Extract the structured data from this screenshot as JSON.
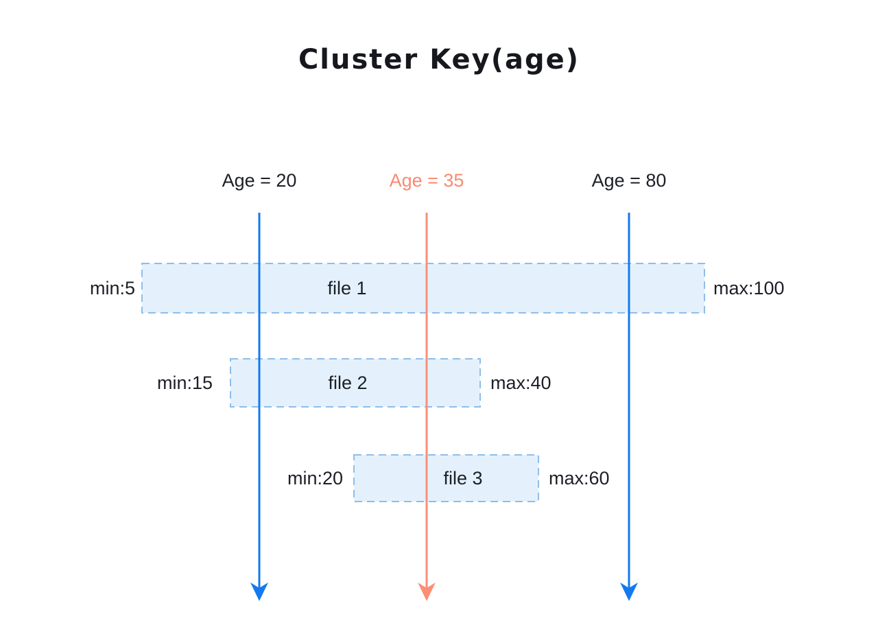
{
  "title": "Cluster Key(age)",
  "age_markers": [
    {
      "label": "Age = 20",
      "value": 20,
      "color": "#1c1f26",
      "line_color": "#1379f0"
    },
    {
      "label": "Age = 35",
      "value": 35,
      "color": "#fa8a72",
      "line_color": "#fa8f76"
    },
    {
      "label": "Age = 80",
      "value": 80,
      "color": "#1c1f26",
      "line_color": "#1379f0"
    }
  ],
  "files": [
    {
      "name": "file 1",
      "min_label": "min:5",
      "max_label": "max:100",
      "min": 5,
      "max": 100
    },
    {
      "name": "file 2",
      "min_label": "min:15",
      "max_label": "max:40",
      "min": 15,
      "max": 40
    },
    {
      "name": "file 3",
      "min_label": "min:20",
      "max_label": "max:60",
      "min": 20,
      "max": 60
    }
  ],
  "colors": {
    "blue_arrow": "#1379f0",
    "salmon_arrow": "#fa8f76",
    "box_fill": "#e4f1fc",
    "box_border": "#8ebde9",
    "text": "#1c1f26",
    "accent_text": "#fa8a72"
  }
}
